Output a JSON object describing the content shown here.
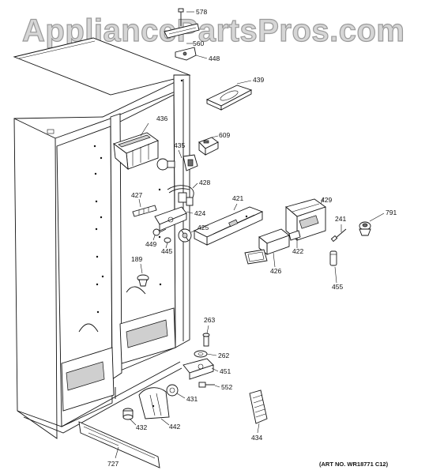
{
  "watermark": "AppliancePartsPros.com",
  "art_number": "(ART NO. WR18771 C12)",
  "parts": {
    "p578": "578",
    "p560": "560",
    "p448": "448",
    "p439": "439",
    "p436": "436",
    "p609": "609",
    "p435": "435",
    "p428": "428",
    "p427": "427",
    "p421": "421",
    "p429": "429",
    "p241": "241",
    "p791": "791",
    "p424": "424",
    "p425": "425",
    "p449": "449",
    "p445": "445",
    "p422": "422",
    "p426": "426",
    "p189": "189",
    "p455": "455",
    "p263": "263",
    "p262": "262",
    "p451": "451",
    "p552": "552",
    "p431": "431",
    "p432": "432",
    "p442": "442",
    "p434": "434",
    "p727": "727"
  }
}
